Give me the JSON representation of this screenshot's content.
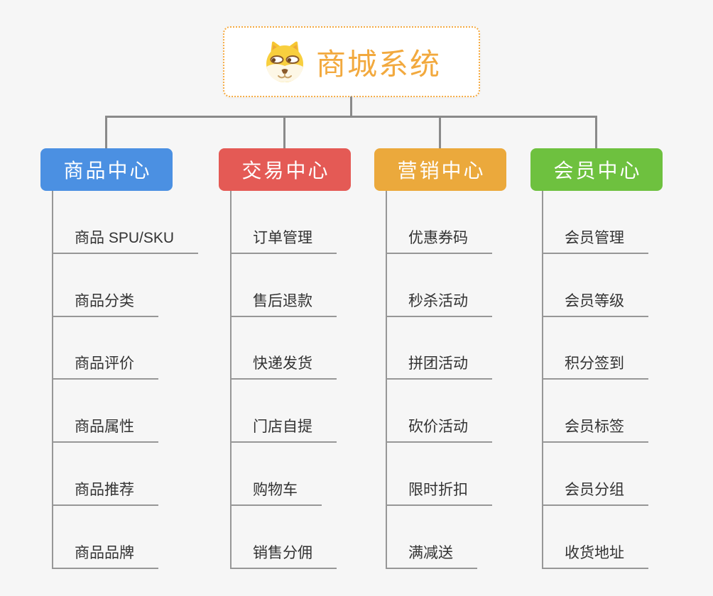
{
  "root": {
    "title": "商城系统",
    "icon": "dog-face-icon",
    "accent_color": "#f2a93e"
  },
  "connector_color": "#8a8a8a",
  "branches": [
    {
      "label": "商品中心",
      "color": "#4b90e2",
      "items": [
        "商品 SPU/SKU",
        "商品分类",
        "商品评价",
        "商品属性",
        "商品推荐",
        "商品品牌"
      ]
    },
    {
      "label": "交易中心",
      "color": "#e45a55",
      "items": [
        "订单管理",
        "售后退款",
        "快递发货",
        "门店自提",
        "购物车",
        "销售分佣"
      ]
    },
    {
      "label": "营销中心",
      "color": "#eba93c",
      "items": [
        "优惠券码",
        "秒杀活动",
        "拼团活动",
        "砍价活动",
        "限时折扣",
        "满减送"
      ]
    },
    {
      "label": "会员中心",
      "color": "#6ec13f",
      "items": [
        "会员管理",
        "会员等级",
        "积分签到",
        "会员标签",
        "会员分组",
        "收货地址"
      ]
    }
  ]
}
